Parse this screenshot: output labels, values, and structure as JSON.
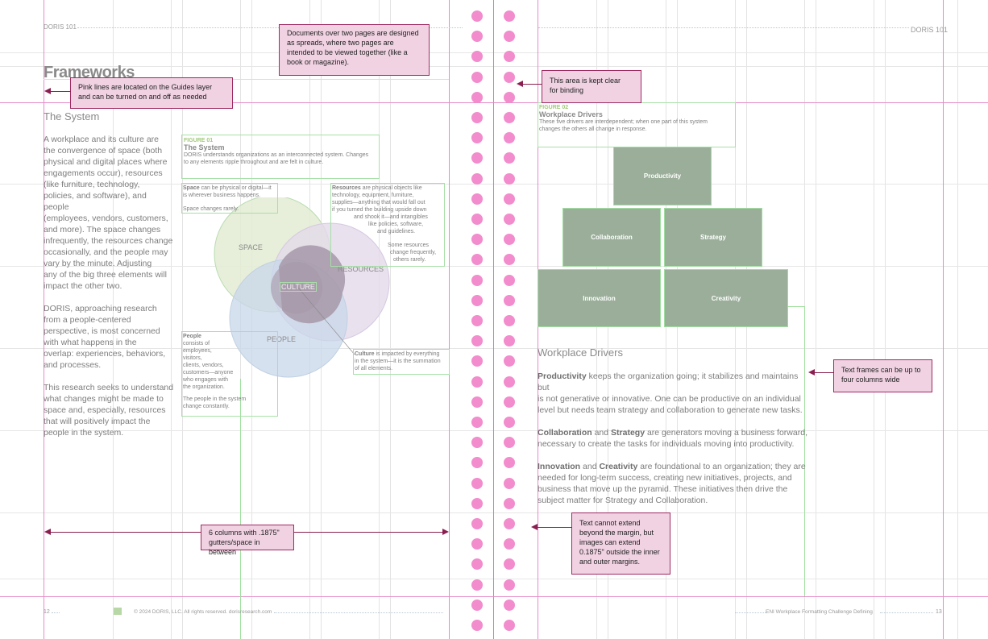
{
  "header": {
    "left": "DORIS 101",
    "right": "DORIS 101"
  },
  "left_page": {
    "heading": "Frameworks",
    "section_title": "The System",
    "paragraphs": [
      [
        "A workplace and its culture are",
        "the convergence of space (both",
        "physical and digital places where",
        "engagements occur), resources",
        "(like furniture, technology,",
        "policies, and software), and people",
        "(employees, vendors, customers,",
        "and more). The space changes",
        "infrequently, the resources change",
        "occasionally, and the people may",
        "vary by the minute. Adjusting",
        "any of the big three elements will",
        "impact the other two."
      ],
      [
        "DORIS, approaching research",
        "from a people-centered",
        "perspective, is most concerned",
        "with what happens in the",
        "overlap: experiences, behaviors,",
        "and processes."
      ],
      [
        "This research seeks to understand",
        "what changes might be made to",
        "space and, especially, resources",
        "that will positively impact the",
        "people in the system."
      ]
    ],
    "figure": {
      "label": "FIGURE 01",
      "title": "The System",
      "caption": [
        "DORIS understands organizations as an interconnected system. Changes",
        "to any elements ripple throughout and are felt in culture."
      ],
      "space_note": {
        "bold": "Space",
        "lines": [
          "can be physical or digital—it",
          "is wherever business happens."
        ],
        "extra": "Space changes rarely."
      },
      "resources_note": {
        "bold": "Resources",
        "lines": [
          "are physical objects like",
          "technology, equipment, furniture,",
          "supplies—anything that would fall out",
          "if you turned the building upside down",
          "and shook it—and intangibles",
          "like policies, software,",
          "and guidelines."
        ],
        "extra": [
          "Some resources",
          "change frequently,",
          "others rarely."
        ]
      },
      "people_note": {
        "bold": "People",
        "lines": [
          "consists of",
          "employees,",
          "visitors,",
          "clients, vendors,",
          "customers—anyone",
          "who engages with",
          "the organization."
        ],
        "extra": [
          "The people in the system",
          "change constantly."
        ]
      },
      "culture_note": {
        "bold": "Culture",
        "lines": [
          "is impacted by everything",
          "in the system—it is the summation",
          "of all elements."
        ]
      },
      "circles": {
        "space": "SPACE",
        "resources": "RESOURCES",
        "people": "PEOPLE",
        "culture": "CULTURE"
      }
    },
    "footer_page": "12",
    "footer_copyright": "© 2024 DORIS, LLC. All rights reserved.  dorisresearch.com"
  },
  "right_page": {
    "figure": {
      "label": "FIGURE 02",
      "title": "Workplace Drivers",
      "caption": [
        "These five drivers are interdependent; when one part of this system",
        "changes the others all change in response."
      ],
      "boxes": [
        "Productivity",
        "Collaboration",
        "Strategy",
        "Innovation",
        "Creativity"
      ]
    },
    "section_title": "Workplace Drivers",
    "paragraphs": [
      {
        "lead": "Productivity",
        "lines": [
          " keeps the organization going; it stabilizes and maintains but",
          "is not generative or innovative. One can be productive on an individual",
          "level but needs team strategy and collaboration to generate new tasks."
        ]
      },
      {
        "lead": "Collaboration",
        "mid": " and ",
        "lead2": "Strategy",
        "lines": [
          " are generators moving a business forward,",
          "necessary to create the tasks for individuals moving into productivity."
        ]
      },
      {
        "lead": "Innovation",
        "mid": " and ",
        "lead2": "Creativity",
        "lines": [
          " are foundational to an organization; they are",
          "needed for long-term success, creating new initiatives, projects, and",
          "business that move up the pyramid. These initiatives then drive the",
          "subject matter for Strategy and Collaboration."
        ]
      }
    ],
    "footer_title": "ENI Workplace Formatting Challenge Defining",
    "footer_page": "13"
  },
  "annotations": {
    "spreads": [
      "Documents over two pages are designed",
      "as spreads, where two pages are",
      "intended to be viewed together (like a",
      "book or magazine)."
    ],
    "guides": [
      "Pink lines are located on the Guides layer",
      "and can be turned on and off as needed"
    ],
    "binding": [
      "This area is kept clear",
      "for binding"
    ],
    "text_frames": [
      "Text frames can be up to",
      "four columns wide"
    ],
    "columns": [
      "6 columns with .1875\"",
      "gutters/space in between"
    ],
    "margin": [
      "Text cannot extend",
      "beyond the margin, but",
      "images can extend",
      "0.1875\" outside the inner",
      "and outer margins."
    ]
  },
  "colors": {
    "guide_pink": "#e58bc9",
    "binding_dot": "#f28ccd",
    "frame_green": "#a8e0a8",
    "note_bg": "#f0d2e2",
    "note_border": "#9e2b63",
    "box_fill": "#9aae9a",
    "space_circle": "#e3ebd3",
    "resources_circle": "#e4d9ea",
    "people_circle": "#d3deec",
    "culture_overlap": "#a698a8"
  }
}
